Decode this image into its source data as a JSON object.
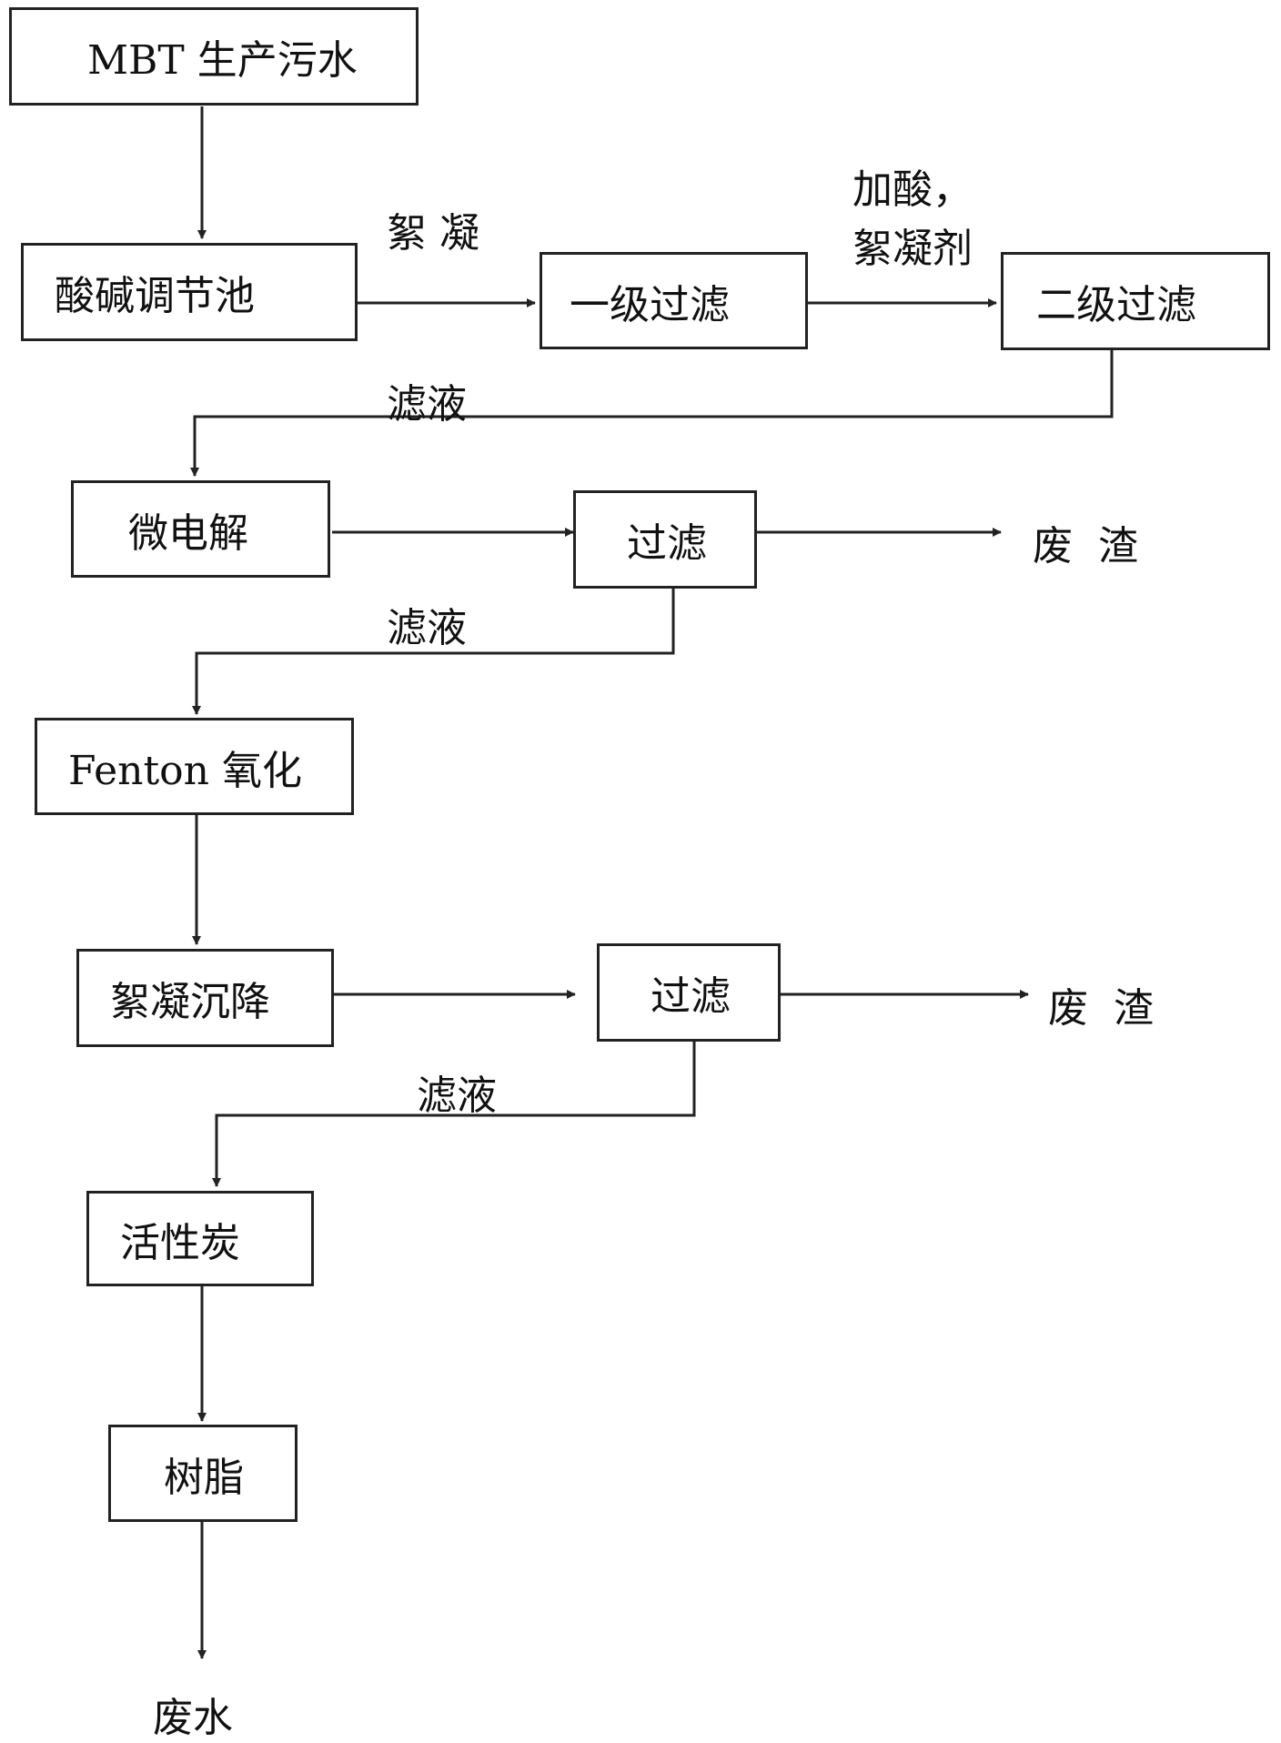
{
  "nodes": {
    "wastewater": "MBT 生产污水",
    "acid_base_tank": "酸碱调节池",
    "primary_filter": "一级过滤",
    "secondary_filter": "二级过滤",
    "micro_electrolysis": "微电解",
    "filter_1": "过滤",
    "fenton": "Fenton 氧化",
    "flocculation_settling": "絮凝沉降",
    "filter_2": "过滤",
    "activated_carbon": "活性炭",
    "resin": "树脂"
  },
  "labels": {
    "flocculation": "絮 凝",
    "add_acid": "加酸，",
    "flocculant": "絮凝剂",
    "filtrate_1": "滤液",
    "filtrate_2": "滤液",
    "filtrate_3": "滤液",
    "residue_1": "废  渣",
    "residue_2": "废  渣",
    "waste_water_out": "废水"
  },
  "colors": {
    "line": "#222222"
  }
}
